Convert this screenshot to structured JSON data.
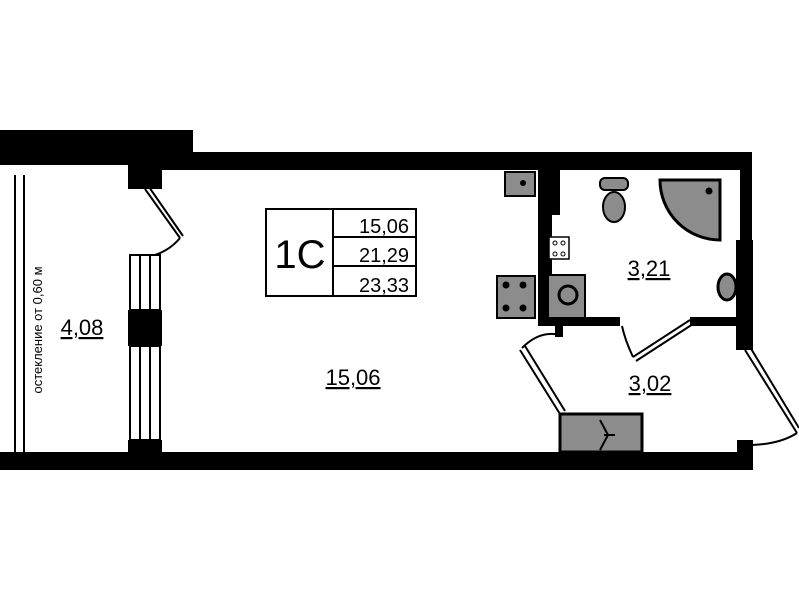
{
  "plan": {
    "apartment_type": "1С",
    "areas_table": [
      "15,06",
      "21,29",
      "23,33"
    ],
    "rooms": {
      "balcony_area": "4,08",
      "living_area": "15,06",
      "bathroom_area": "3,21",
      "hallway_area": "3,02"
    },
    "glazing_note": "остекление от 0,60 м"
  },
  "colors": {
    "wall": "#000000",
    "fixture": "#8c8c8c",
    "background": "#ffffff"
  }
}
